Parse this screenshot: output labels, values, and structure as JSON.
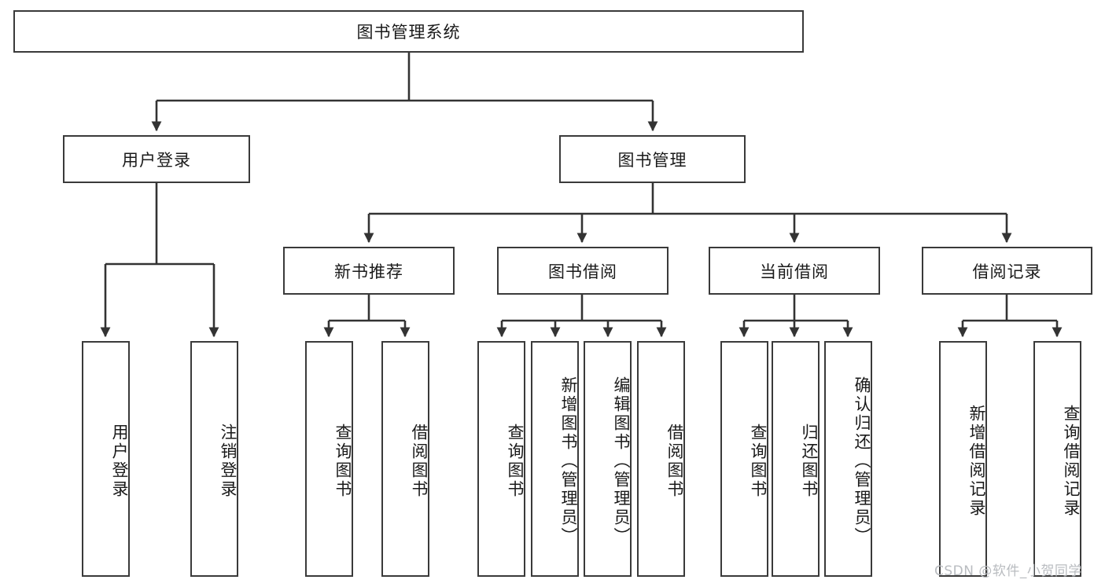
{
  "diagram": {
    "title": "图书管理系统",
    "watermark": "CSDN @软件_小贺同学",
    "colors": {
      "box_border": "#3a3a3a",
      "box_fill": "#ffffff",
      "edge": "#333333",
      "text": "#1a1a1a",
      "watermark": "#b9bcc0",
      "background": "#ffffff"
    },
    "root": {
      "label": "图书管理系统"
    },
    "level1": [
      {
        "label": "用户登录"
      },
      {
        "label": "图书管理"
      }
    ],
    "level2": [
      {
        "label": "新书推荐"
      },
      {
        "label": "图书借阅"
      },
      {
        "label": "当前借阅"
      },
      {
        "label": "借阅记录"
      }
    ],
    "leaves": {
      "user_login": [
        {
          "label": "用户登录"
        },
        {
          "label": "注销登录"
        }
      ],
      "new_book_recommend": [
        {
          "label": "查询图书"
        },
        {
          "label": "借阅图书"
        }
      ],
      "book_borrow": [
        {
          "label": "查询图书"
        },
        {
          "label": "新增图书（管理员）"
        },
        {
          "label": "编辑图书（管理员）"
        },
        {
          "label": "借阅图书"
        }
      ],
      "current_borrow": [
        {
          "label": "查询图书"
        },
        {
          "label": "归还图书"
        },
        {
          "label": "确认归还（管理员）"
        }
      ],
      "borrow_record": [
        {
          "label": "新增借阅记录"
        },
        {
          "label": "查询借阅记录"
        }
      ]
    }
  }
}
